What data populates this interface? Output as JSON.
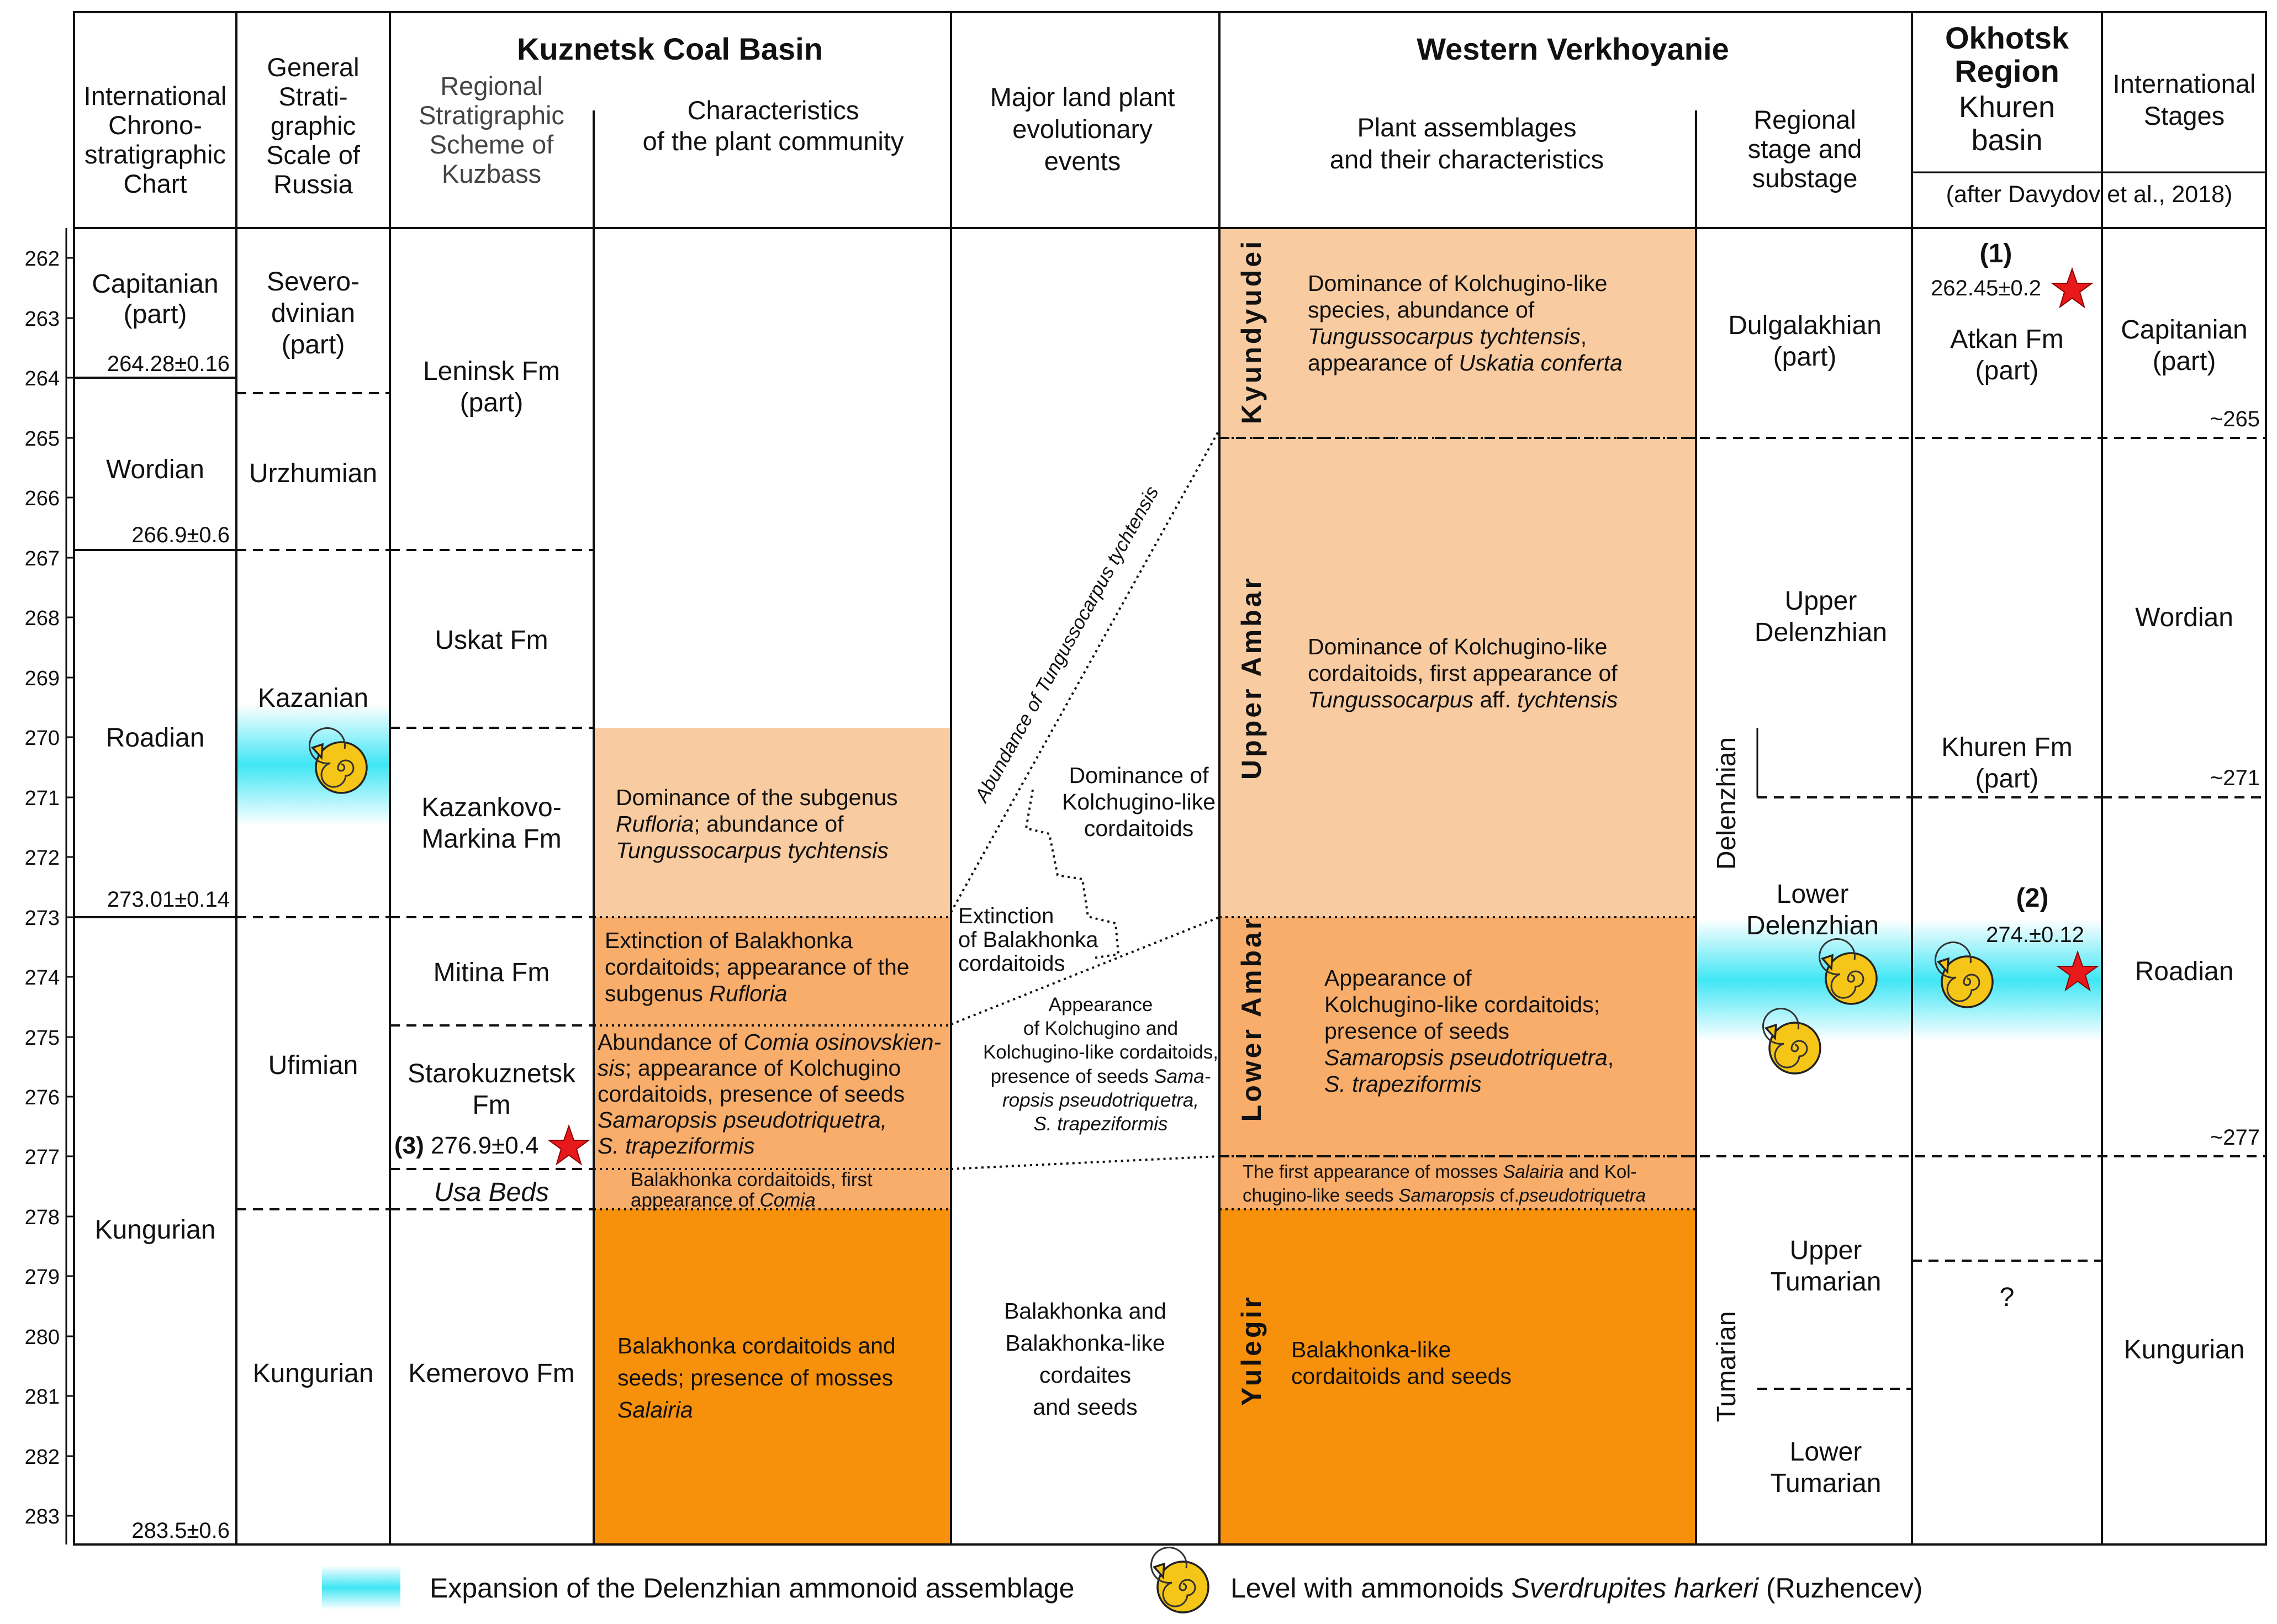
{
  "header": {
    "intl_chart": [
      "International",
      "Chrono-",
      "stratigraphic",
      "Chart"
    ],
    "gss_russia": [
      "General",
      "Strati-",
      "graphic",
      "Scale of",
      "Russia"
    ],
    "kuznetsk_title": "Kuznetsk Coal Basin",
    "regional_scheme": [
      "Regional",
      "Stratigraphic",
      "Scheme of",
      "Kuzbass"
    ],
    "plant_community": [
      "Characteristics",
      "of the plant community"
    ],
    "major_events": [
      "Major land plant",
      "evolutionary",
      "events"
    ],
    "verkhoyanie_title": "Western Verkhoyanie",
    "plant_assemblages": [
      "Plant assemblages",
      "and their characteristics"
    ],
    "regional_stage": [
      "Regional",
      "stage and",
      "substage"
    ],
    "okhotsk": [
      "Okhotsk",
      "Region"
    ],
    "khuren": [
      "Khuren",
      "basin"
    ],
    "after": "(after Davydov et al., 2018)",
    "intl_stages": [
      "International",
      "Stages"
    ]
  },
  "age_ticks": [
    "262",
    "263",
    "264",
    "265",
    "266",
    "267",
    "268",
    "269",
    "270",
    "271",
    "272",
    "273",
    "274",
    "275",
    "276",
    "277",
    "278",
    "279",
    "280",
    "281",
    "282",
    "283"
  ],
  "intl_chart": {
    "capitanian": [
      "Capitanian",
      "(part)"
    ],
    "date1": "264.28±0.16",
    "wordian": "Wordian",
    "date2": "266.9±0.6",
    "roadian": "Roadian",
    "date3": "273.01±0.14",
    "kungurian": "Kungurian",
    "date4": "283.5±0.6"
  },
  "gss": {
    "severodvinian": [
      "Severo-",
      "dvinian",
      "(part)"
    ],
    "urzhumian": "Urzhumian",
    "kazanian": "Kazanian",
    "ufimian": "Ufimian",
    "kungurian": "Kungurian"
  },
  "kuzbass": {
    "leninsk": [
      "Leninsk Fm",
      "(part)"
    ],
    "uskat": "Uskat Fm",
    "kazankovo": [
      "Kazankovo-",
      "Markina Fm"
    ],
    "mitina": "Mitina Fm",
    "starokuznetsk": [
      "Starokuznetsk",
      "Fm"
    ],
    "marker3_id": "(3)",
    "marker3_date": "276.9±0.4",
    "usa_beds": "Usa Beds",
    "kemerovo": "Kemerovo Fm"
  },
  "plant_community": {
    "kazankovo": [
      "Dominance of the subgenus",
      "Rufloria",
      "; abundance of",
      "Tungussocarpus tychtensis"
    ],
    "mitina": [
      "Extinction of Balakhonka",
      "cordaitoids; appearance of the",
      "subgenus ",
      "Rufloria"
    ],
    "starokuznetsk": [
      "Abundance of ",
      "Comia osinovskien-",
      "sis",
      "; appearance of Kolchugino",
      "cordaitoids, presence of seeds",
      "Samaropsis pseudotriquetra,",
      "S. trapeziformis"
    ],
    "usa": [
      "Balakhonka cordaitoids, first",
      "appearance of ",
      "Comia"
    ],
    "kemerovo": [
      "Balakhonka cordaitoids  and",
      "seeds; presence of mosses",
      "Salairia"
    ]
  },
  "events": {
    "abundance_line": "Abundance of Tungussocarpus tychtensis",
    "dominance": [
      "Dominance of",
      "Kolchugino-like",
      "cordaitoids"
    ],
    "extinction": [
      "Extinction",
      "of Balakhonka",
      "cordaitoids"
    ],
    "appearance": [
      "Appearance",
      "of Kolchugino and",
      "Kolchugino-like cordaitoids,",
      "presence of seeds ",
      "Sama-",
      "ropsis pseudotriquetra,",
      "S. trapeziformis"
    ],
    "balakhonka": [
      "Balakhonka and",
      "Balakhonka-like",
      "cordaites",
      "and seeds"
    ]
  },
  "verkhoyanie": {
    "kyundyudei_label": "Kyundyudei",
    "kyundyudei_text": [
      "Dominance of Kolchugino-like",
      "species, abundance of",
      "Tungussocarpus tychtensis",
      ",",
      "appearance of ",
      "Uskatia conferta"
    ],
    "upper_ambar_label": "Upper Ambar",
    "upper_ambar_text": [
      "Dominance of Kolchugino-like",
      "cordaitoids, first appearance of",
      "Tungussocarpus",
      " aff. ",
      "tychtensis"
    ],
    "lower_ambar_label": "Lower Ambar",
    "lower_ambar_text": [
      "Appearance of",
      "Kolchugino-like cordaitoids;",
      "presence of seeds",
      "Samaropsis pseudotriquetra",
      ",",
      "S. trapeziformis"
    ],
    "first_mosses": [
      "The first appearance of mosses ",
      "Salairia",
      " and Kol-",
      "chugino-like seeds ",
      "Samaropsis",
      " cf.",
      "pseudotriquetra"
    ],
    "yulegir_label": "Yulegir",
    "yulegir_text": [
      "Balakhonka-like",
      "cordaitoids and seeds"
    ]
  },
  "regional_stage": {
    "dulgalakhian": [
      "Dulgalakhian",
      "(part)"
    ],
    "upper_delenzhian": [
      "Upper",
      "Delenzhian"
    ],
    "delenzhian": "Delenzhian",
    "lower_delenzhian": [
      "Lower",
      "Delenzhian"
    ],
    "upper_tumarian": [
      "Upper",
      "Tumarian"
    ],
    "tumarian": "Tumarian",
    "lower_tumarian": [
      "Lower",
      "Tumarian"
    ]
  },
  "okhotsk": {
    "marker1_id": "(1)",
    "marker1_date": "262.45±0.2",
    "atkan": [
      "Atkan Fm",
      "(part)"
    ],
    "khuren": [
      "Khuren Fm",
      "(part)"
    ],
    "marker2_id": "(2)",
    "marker2_date": "274.±0.12",
    "question": "?"
  },
  "intl_stages": {
    "capitanian": [
      "Capitanian",
      "(part)"
    ],
    "b265": "~265",
    "wordian": "Wordian",
    "b271": "~271",
    "roadian": "Roadian",
    "b277": "~277",
    "kungurian": "Kungurian"
  },
  "legend": {
    "expansion": "Expansion of the Delenzhian ammonoid assemblage",
    "level": [
      "Level with ammonoids ",
      "Sverdrupites harkeri",
      " (Ruzhencev)"
    ]
  },
  "colors": {
    "orange_light": "#f9cba0",
    "orange_mid": "#f8ad6a",
    "orange_dark": "#f7900a",
    "cyan_glow": "#40e6f5",
    "star_red": "#e8191a",
    "ammonite_yellow": "#f5c518"
  }
}
